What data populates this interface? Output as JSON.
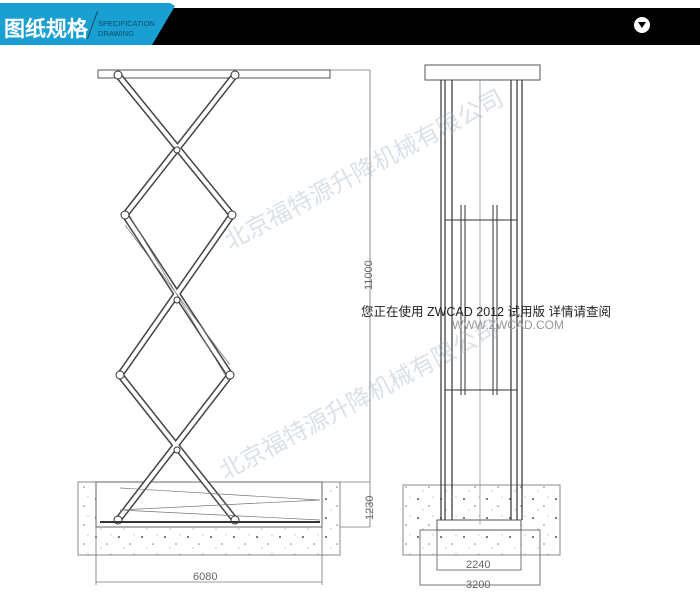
{
  "header": {
    "title": "图纸规格",
    "subtitle_line1": "SPECIFICATION",
    "subtitle_line2": "DRAWING",
    "toggle_icon": "chevron-down-circle-icon"
  },
  "drawing": {
    "side_view": {
      "height_dim": "11000",
      "pit_depth_dim": "1230",
      "length_dim": "6080"
    },
    "front_view": {
      "inner_width_dim": "2240",
      "outer_width_dim": "3200"
    }
  },
  "watermark": {
    "company": "北京福特源升降机械有限公司",
    "trial_notice": "您正在使用  ZWCAD  2012  试用版  详情请查阅",
    "trial_site": "WWW.ZWCAD.COM"
  }
}
